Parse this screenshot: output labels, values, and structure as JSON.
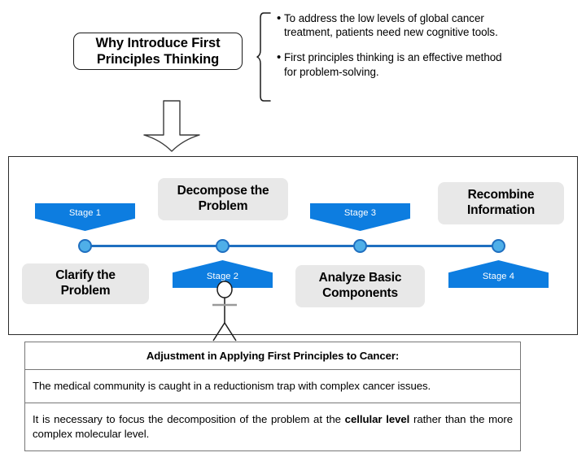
{
  "title_box": {
    "line1": "Why Introduce First",
    "line2": "Principles Thinking"
  },
  "bullets": [
    {
      "marker": "•",
      "text": "To address the low levels of global cancer treatment, patients need new cognitive tools."
    },
    {
      "marker": "•",
      "text": "First principles thinking is an effective method for problem-solving."
    }
  ],
  "stages": [
    {
      "chevron_label": "Stage 1",
      "direction": "down",
      "box_line1": "Clarify the",
      "box_line2": "Problem",
      "box_position": "below"
    },
    {
      "chevron_label": "Stage 2",
      "direction": "up",
      "box_line1": "Decompose the",
      "box_line2": "Problem",
      "box_position": "above"
    },
    {
      "chevron_label": "Stage 3",
      "direction": "down",
      "box_line1": "Analyze Basic",
      "box_line2": "Components",
      "box_position": "below"
    },
    {
      "chevron_label": "Stage 4",
      "direction": "up",
      "box_line1": "Recombine",
      "box_line2": "Information",
      "box_position": "above"
    }
  ],
  "table": {
    "header": "Adjustment in Applying First Principles to Cancer:",
    "row1": "The medical community is caught in a reductionism trap with complex cancer issues.",
    "row2_pre": "It is necessary to focus the decomposition of the problem at the ",
    "row2_bold": "cellular level",
    "row2_post": " rather than the more complex molecular level."
  },
  "colors": {
    "accent_blue": "#0D7DE0",
    "dot_fill": "#4FAFE8",
    "dot_ring": "#1F6FC0",
    "gray_box": "#E8E8E8",
    "border": "#2b2b2b"
  }
}
